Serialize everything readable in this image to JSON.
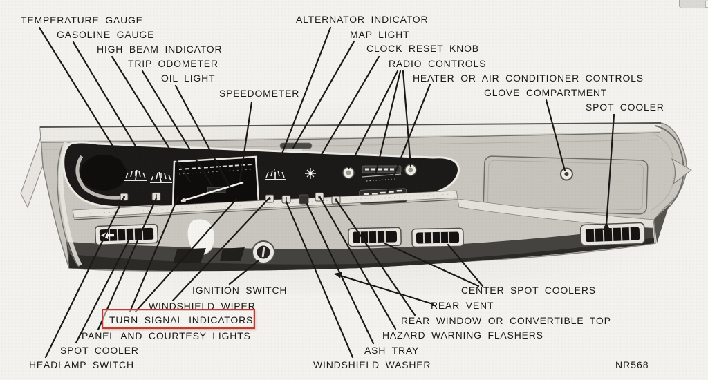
{
  "figure": {
    "description": "Vintage automobile instrument panel callout diagram",
    "figure_code": "NR568",
    "highlight": {
      "highlighted_label": "TURN SIGNAL INDICATORS",
      "box_color": "#c63a2e"
    },
    "labels": {
      "temperature_gauge": "TEMPERATURE GAUGE",
      "gasoline_gauge": "GASOLINE GAUGE",
      "high_beam_indicator": "HIGH BEAM INDICATOR",
      "trip_odometer": "TRIP ODOMETER",
      "oil_light": "OIL LIGHT",
      "speedometer": "SPEEDOMETER",
      "alternator_indicator": "ALTERNATOR INDICATOR",
      "map_light": "MAP LIGHT",
      "clock_reset_knob": "CLOCK RESET KNOB",
      "radio_controls": "RADIO CONTROLS",
      "heater_ac_controls": "HEATER OR AIR CONDITIONER CONTROLS",
      "glove_compartment": "GLOVE COMPARTMENT",
      "spot_cooler_right": "SPOT COOLER",
      "ignition_switch": "IGNITION SWITCH",
      "windshield_wiper": "WINDSHIELD WIPER",
      "turn_signal_indicators": "TURN SIGNAL INDICATORS",
      "panel_courtesy_lights": "PANEL AND COURTESY LIGHTS",
      "spot_cooler_left": "SPOT COOLER",
      "headlamp_switch": "HEADLAMP SWITCH",
      "center_spot_coolers": "CENTER SPOT COOLERS",
      "rear_vent": "REAR VENT",
      "rear_window_convertible_top": "REAR WINDOW OR CONVERTIBLE TOP",
      "hazard_warning_flashers": "HAZARD WARNING FLASHERS",
      "ash_tray": "ASH TRAY",
      "windshield_washer": "WINDSHIELD WASHER"
    }
  }
}
